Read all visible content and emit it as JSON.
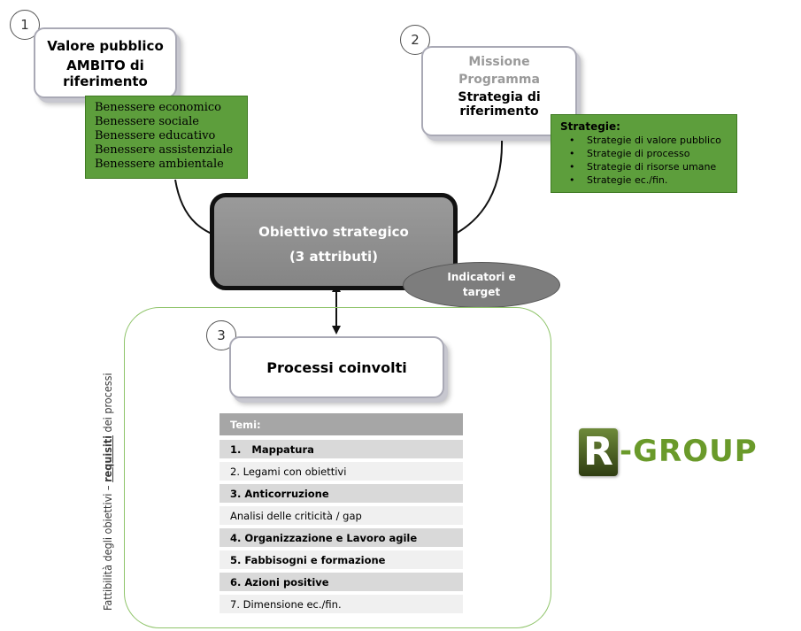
{
  "block1": {
    "number": "1",
    "title": "Valore pubblico",
    "subtitle_line1": "AMBITO di",
    "subtitle_line2": "riferimento",
    "items": [
      "Benessere economico",
      "Benessere sociale",
      "Benessere educativo",
      "Benessere assistenziale",
      "Benessere ambientale"
    ]
  },
  "block2": {
    "number": "2",
    "faded_line1": "Missione",
    "faded_line2": "Programma",
    "title_line1": "Strategia di",
    "title_line2": "riferimento",
    "strategies_heading": "Strategie:",
    "strategies": [
      "Strategie di valore pubblico",
      "Strategie di processo",
      "Strategie di risorse umane",
      "Strategie ec./fin."
    ]
  },
  "objective": {
    "line1": "Obiettivo strategico",
    "line2": "(3 attributi)"
  },
  "indicators": {
    "line1": "Indicatori e",
    "line2": "target"
  },
  "block3": {
    "number": "3",
    "title": "Processi coinvolti",
    "vertical_label_before": "Fattibilità degli obiettivi – ",
    "vertical_label_emph": "requisiti",
    "vertical_label_after": " dei processi"
  },
  "topics": {
    "heading": "Temi:",
    "rows": [
      {
        "label": "1.   Mappatura",
        "bold": true
      },
      {
        "label": "2. Legami con obiettivi",
        "bold": false
      },
      {
        "label": "3. Anticorruzione",
        "bold": true
      },
      {
        "label": "Analisi delle criticità / gap",
        "bold": false
      },
      {
        "label": "4. Organizzazione e Lavoro agile",
        "bold": true
      },
      {
        "label": "5. Fabbisogni e formazione",
        "bold": true
      },
      {
        "label": "6. Azioni positive",
        "bold": true
      },
      {
        "label": "7. Dimensione ec./fin.",
        "bold": false
      }
    ]
  },
  "logo": {
    "letter": "R",
    "text": "-GROUP"
  },
  "colors": {
    "green_fill": "#5d9e3c",
    "green_frame": "#8fc46a",
    "objective_fill": "#8e8e8e",
    "table_header": "#a6a6a6",
    "row_bold_fill": "#d9d9d9",
    "row_light_fill": "#f0f0f0",
    "logo_green": "#6a9a2a"
  }
}
